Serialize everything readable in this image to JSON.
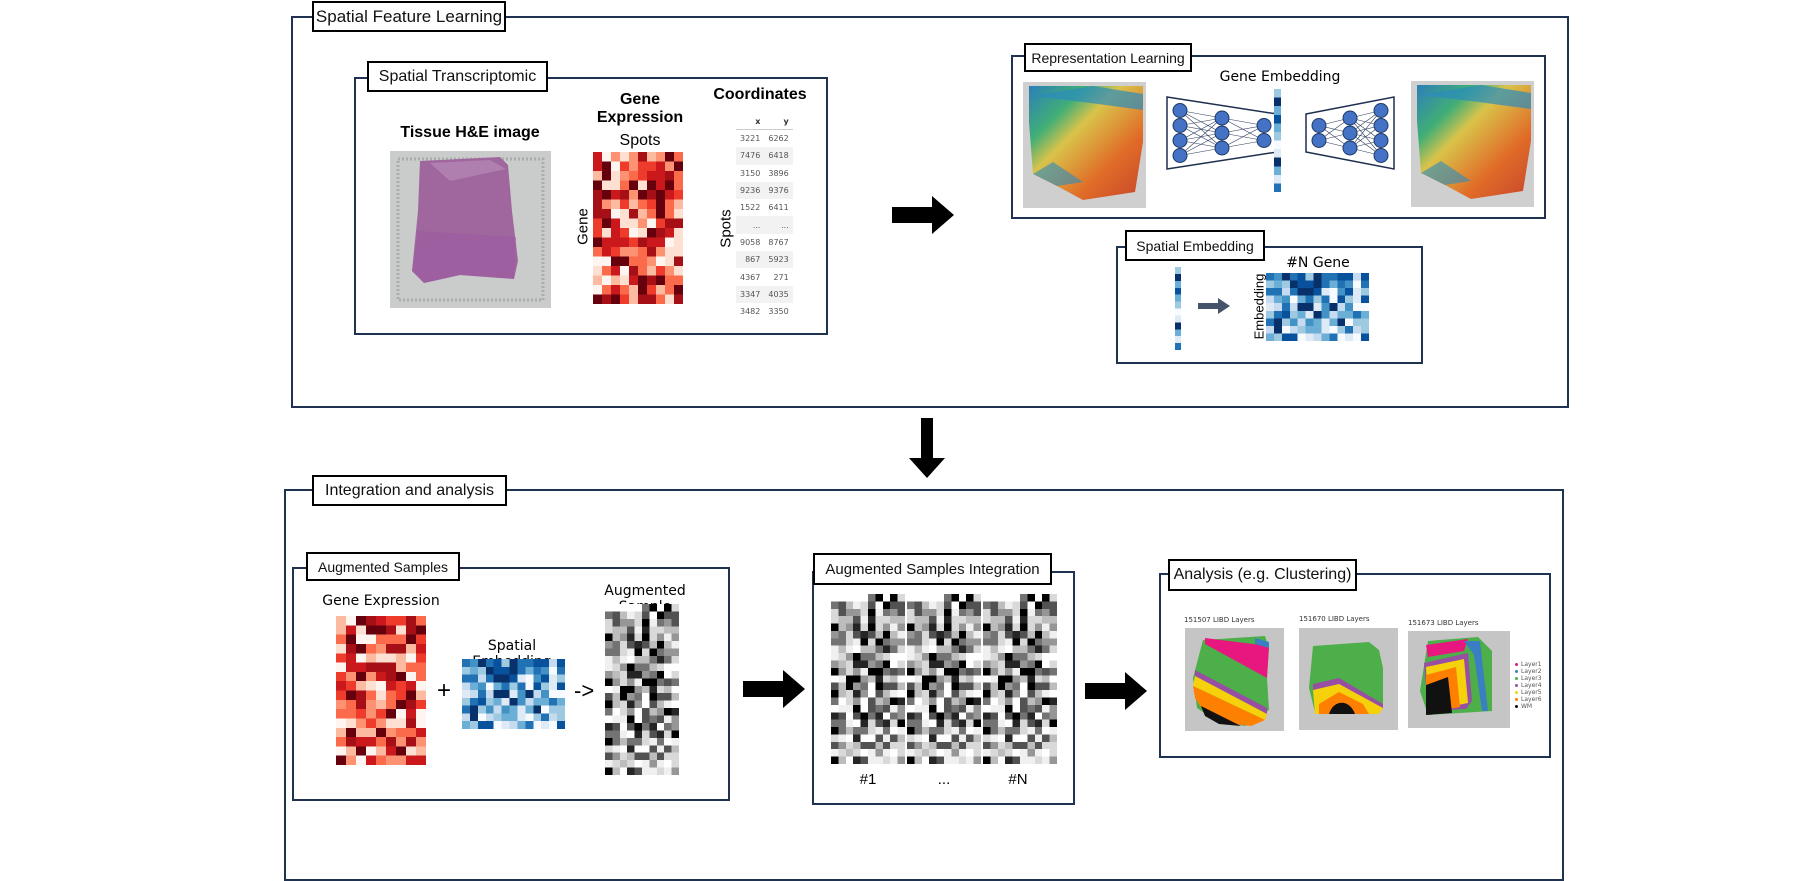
{
  "sections": {
    "spatial_feature_learning": {
      "label": "Spatial Feature Learning"
    },
    "spatial_transcriptomic": {
      "label": "Spatial Transcriptomic",
      "tissue_title": "Tissue H&E image",
      "gene_expression_title_line1": "Gene",
      "gene_expression_title_line2": "Expression",
      "spots_label": "Spots",
      "gene_axis_label": "Gene",
      "coordinates_title": "Coordinates",
      "coordinates_axis_label": "Spots",
      "coordinates": {
        "headers": [
          "x",
          "y"
        ],
        "rows": [
          [
            "3221",
            "6262"
          ],
          [
            "7476",
            "6418"
          ],
          [
            "3150",
            "3896"
          ],
          [
            "9236",
            "9376"
          ],
          [
            "1522",
            "6411"
          ],
          [
            "...",
            "..."
          ],
          [
            "9058",
            "8767"
          ],
          [
            "867",
            "5923"
          ],
          [
            "4367",
            "271"
          ],
          [
            "3347",
            "4035"
          ],
          [
            "3482",
            "3350"
          ]
        ]
      }
    },
    "representation_learning": {
      "label": "Representation Learning",
      "gene_embedding_label": "Gene Embedding"
    },
    "spatial_embedding": {
      "label": "Spatial Embedding",
      "matrix_title": "#N Gene",
      "matrix_axis_label": "Embedding"
    },
    "integration_and_analysis": {
      "label": "Integration and analysis"
    },
    "augmented_samples": {
      "label": "Augmented Samples",
      "gene_expression_label": "Gene Expression",
      "spatial_embedding_label": "Spatial Embedding",
      "augmented_sample_label": "Augmented Sample",
      "plus_symbol": "+",
      "arrow_symbol": "->"
    },
    "augmented_samples_integration": {
      "label": "Augmented Samples Integration",
      "sample_labels": [
        "#1",
        "...",
        "#N"
      ]
    },
    "analysis": {
      "label": "Analysis (e.g. Clustering)",
      "plots": [
        {
          "title": "151507 LIBD Layers"
        },
        {
          "title": "151670 LIBD Layers"
        },
        {
          "title": "151673 LIBD Layers"
        }
      ],
      "legend": [
        {
          "name": "Layer1",
          "color": "#e8177f"
        },
        {
          "name": "Layer2",
          "color": "#3a7fc1"
        },
        {
          "name": "Layer3",
          "color": "#4daf4a"
        },
        {
          "name": "Layer4",
          "color": "#984ea3"
        },
        {
          "name": "Layer5",
          "color": "#f5d10c"
        },
        {
          "name": "Layer6",
          "color": "#ff7f00"
        },
        {
          "name": "WM",
          "color": "#111111"
        }
      ]
    }
  },
  "colors": {
    "frame": "#1f3250",
    "arrow": "#000000",
    "small_arrow": "#44546a",
    "node_fill": "#4472c4",
    "node_stroke": "#1f3864"
  }
}
